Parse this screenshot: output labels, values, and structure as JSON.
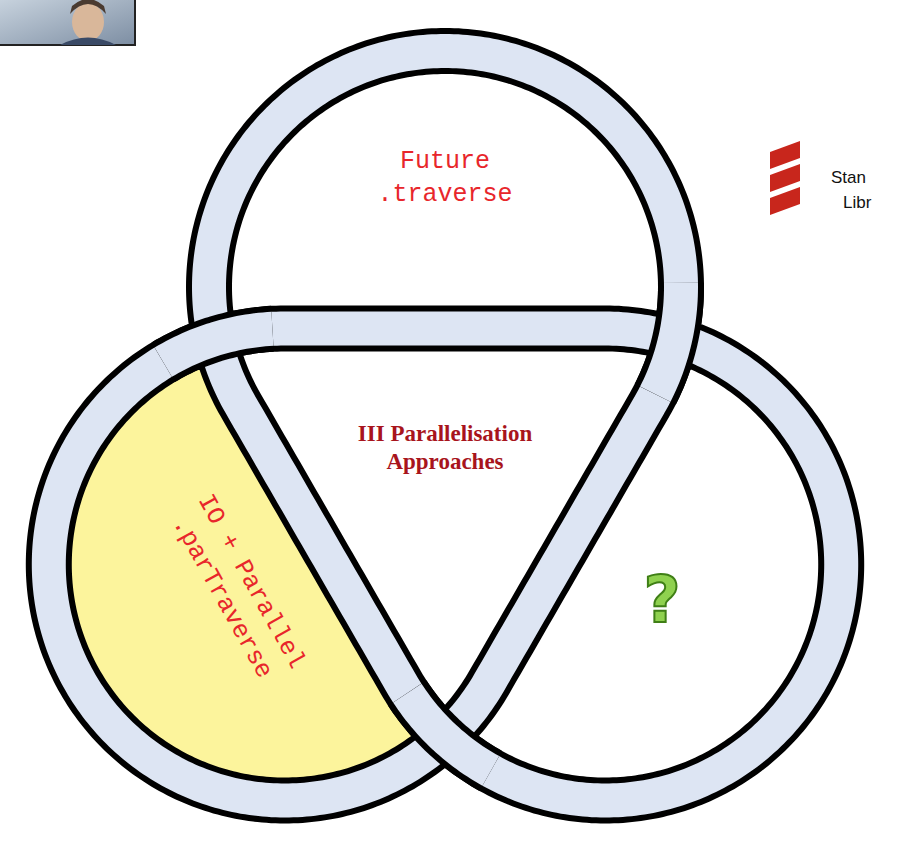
{
  "diagram": {
    "nodes": [
      {
        "text": [
          "Future .traverse"
        ]
      },
      {
        "text": [
          "III Parallelisation Approaches"
        ]
      },
      {
        "text": [
          "IO + Parallel .parTraverse"
        ]
      },
      {
        "text": [
          "?"
        ]
      }
    ],
    "labels": [
      "Stan",
      "Libr"
    ]
  }
}
